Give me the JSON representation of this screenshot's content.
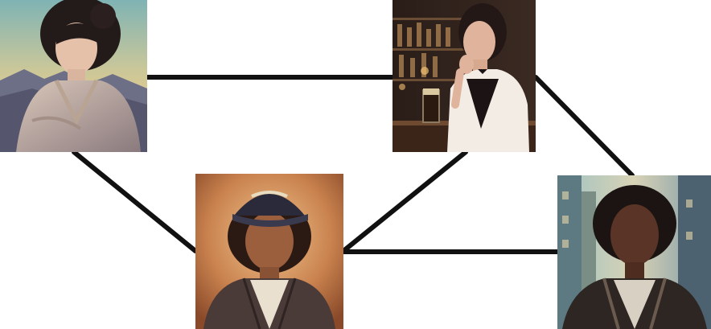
{
  "diagram": {
    "type": "portrait-network",
    "background": "#ffffff",
    "edge_color": "#111111",
    "nodes": [
      {
        "id": "n1",
        "subject": "portrait-woman-in-kimono-at-dusk"
      },
      {
        "id": "n2",
        "subject": "portrait-woman-at-bar-counter"
      },
      {
        "id": "n3",
        "subject": "portrait-woman-in-baseball-cap"
      },
      {
        "id": "n4",
        "subject": "portrait-woman-in-city-street"
      }
    ],
    "edges": [
      [
        "n1",
        "n2"
      ],
      [
        "n1",
        "n3"
      ],
      [
        "n2",
        "n3"
      ],
      [
        "n2",
        "n4"
      ],
      [
        "n3",
        "n4"
      ]
    ]
  }
}
